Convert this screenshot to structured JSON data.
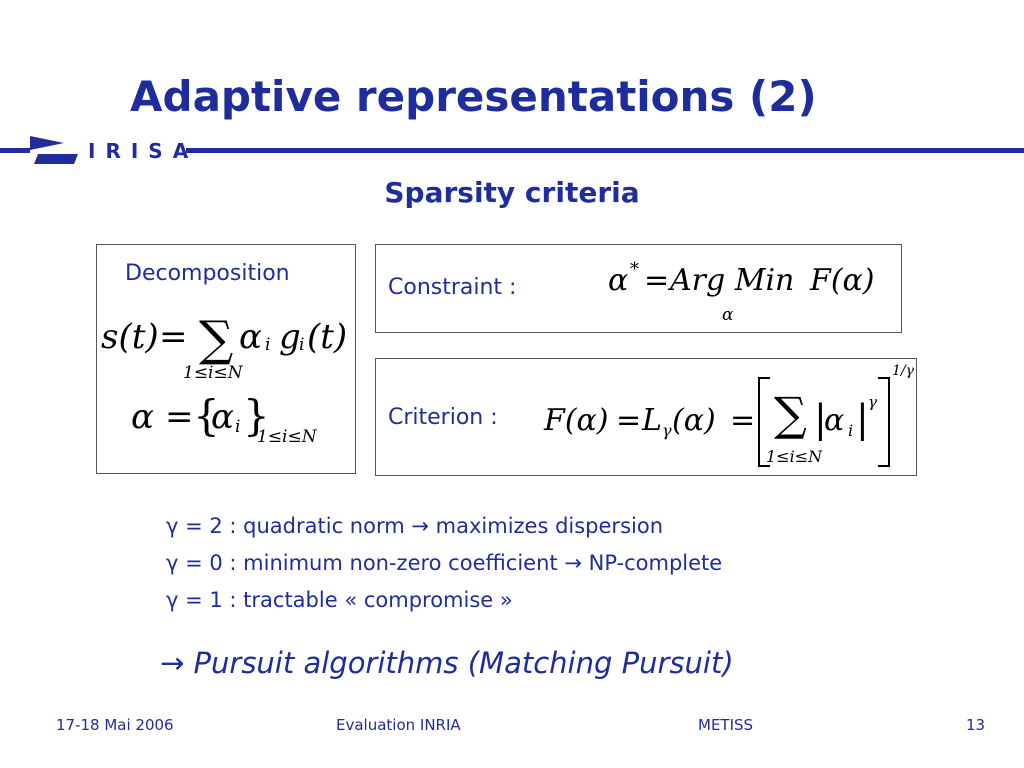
{
  "slide": {
    "title": "Adaptive representations (2)",
    "subtitle": "Sparsity criteria",
    "logo": "IRISA"
  },
  "decomposition": {
    "label": "Decomposition",
    "eq1_lhs": "s(t)",
    "eq1_eq": "=",
    "eq1_sum": "∑",
    "eq1_sub": "1≤i≤N",
    "eq1_alpha": "α",
    "eq1_i1": "i",
    "eq1_g": "g",
    "eq1_i2": "i",
    "eq1_t": "(t)",
    "eq2_lhs": "α",
    "eq2_eq": "=",
    "eq2_open": "{",
    "eq2_alpha": "α",
    "eq2_i": "i",
    "eq2_close": "}",
    "eq2_sub": "1≤i≤N"
  },
  "constraint": {
    "label": "Constraint :",
    "alpha_star": "α",
    "star": "*",
    "eq": "=",
    "argmin": "Arg Min",
    "F": "F(α)",
    "sub": "α"
  },
  "criterion": {
    "label": "Criterion :",
    "lhs": "F(α)",
    "eq1": "=",
    "L": "L",
    "gamma_sub": "γ",
    "L_arg": "(α)",
    "eq2": "=",
    "sum": "∑",
    "sum_sub": "1≤i≤N",
    "abs_open": "|",
    "alpha": "α",
    "i": "i",
    "abs_close": "|",
    "gamma_exp": "γ",
    "outer_exp": "1/γ"
  },
  "bullets": [
    {
      "gamma": "γ",
      "text1": " = 2 : quadratic norm ",
      "arrow": "→",
      "text2": " maximizes dispersion"
    },
    {
      "gamma": "γ",
      "text1": " = 0 : minimum non-zero coefficient ",
      "arrow": "→",
      "text2": " NP-complete"
    },
    {
      "gamma": "γ",
      "text1": " = 1 : tractable « compromise »",
      "arrow": "",
      "text2": ""
    }
  ],
  "conclusion": {
    "arrow": "→",
    "text": " Pursuit algorithms (Matching Pursuit)"
  },
  "footer": {
    "date": "17-18 Mai 2006",
    "event": "Evaluation INRIA",
    "team": "METISS",
    "page": "13"
  },
  "colors": {
    "accent": "#1f2d9c",
    "text": "#000000",
    "background": "#ffffff"
  }
}
